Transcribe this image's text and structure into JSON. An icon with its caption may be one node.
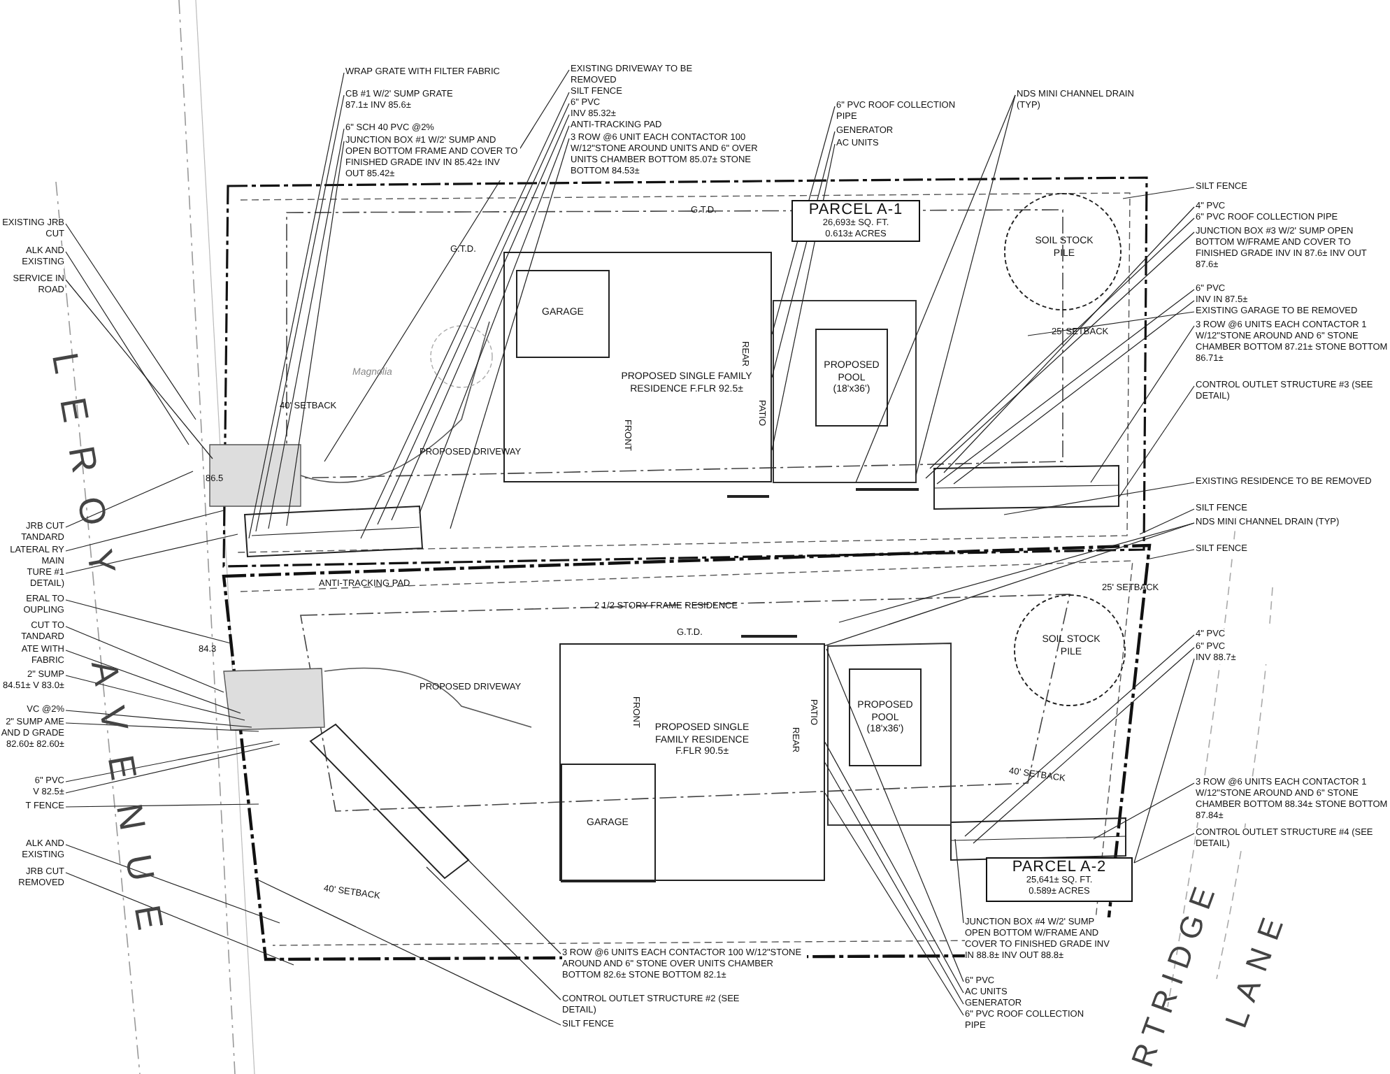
{
  "diagram": {
    "nodes": [
      {
        "text": [
          "WRAP GRATE WITH FILTER FABRIC"
        ]
      },
      {
        "text": [
          "CB #1 W/2' SUMP GRATE 87.1± INV 85.6±"
        ]
      },
      {
        "text": [
          "6\" SCH 40 PVC @2%"
        ]
      },
      {
        "text": [
          "JUNCTION BOX #1 W/2' SUMP AND OPEN BOTTOM FRAME AND COVER TO FINISHED GRADE INV IN 85.42± INV OUT 85.42±"
        ]
      },
      {
        "text": [
          "EXISTING DRIVEWAY TO BE REMOVED"
        ]
      },
      {
        "text": [
          "SILT FENCE"
        ]
      },
      {
        "text": [
          "6\" PVC"
        ]
      },
      {
        "text": [
          "INV 85.32±"
        ]
      },
      {
        "text": [
          "ANTI-TRACKING PAD"
        ]
      },
      {
        "text": [
          "3 ROW @6 UNIT EACH CONTACTOR 100 W/12\"STONE AROUND UNITS AND 6\" OVER UNITS CHAMBER BOTTOM 85.07± STONE BOTTOM 84.53±"
        ]
      },
      {
        "text": [
          "6\" PVC ROOF COLLECTION PIPE"
        ]
      },
      {
        "text": [
          "GENERATOR"
        ]
      },
      {
        "text": [
          "AC UNITS"
        ]
      },
      {
        "text": [
          "NDS MINI CHANNEL DRAIN (TYP)"
        ]
      },
      {
        "text": [
          "SILT FENCE"
        ]
      },
      {
        "text": [
          "4\" PVC"
        ]
      },
      {
        "text": [
          "6\" PVC ROOF COLLECTION PIPE"
        ]
      },
      {
        "text": [
          "JUNCTION BOX #3 W/2' SUMP OPEN BOTTOM W/FRAME AND COVER TO FINISHED GRADE INV IN 87.6± INV OUT 87.6±"
        ]
      },
      {
        "text": [
          "6\" PVC"
        ]
      },
      {
        "text": [
          "INV IN 87.5±"
        ]
      },
      {
        "text": [
          "EXISTING GARAGE TO BE REMOVED"
        ]
      },
      {
        "text": [
          "3 ROW @6 UNITS EACH CONTACTOR 1 W/12\"STONE AROUND AND 6\" STONE CHAMBER BOTTOM 87.21± STONE BOTTOM 86.71±"
        ]
      },
      {
        "text": [
          "CONTROL OUTLET STRUCTURE #3 (SEE DETAIL)"
        ]
      },
      {
        "text": [
          "EXISTING RESIDENCE TO BE REMOVED"
        ]
      },
      {
        "text": [
          "SILT FENCE"
        ]
      },
      {
        "text": [
          "NDS MINI CHANNEL DRAIN (TYP)"
        ]
      },
      {
        "text": [
          "SILT FENCE"
        ]
      },
      {
        "text": [
          "4\" PVC"
        ]
      },
      {
        "text": [
          "6\" PVC"
        ]
      },
      {
        "text": [
          "INV 88.7±"
        ]
      },
      {
        "text": [
          "3 ROW @6 UNITS EACH CONTACTOR 1 W/12\"STONE AROUND AND 6\" STONE CHAMBER BOTTOM 88.34± STONE BOTTOM 87.84±"
        ]
      },
      {
        "text": [
          "CONTROL OUTLET STRUCTURE #4 (SEE DETAIL)"
        ]
      },
      {
        "text": [
          "JUNCTION BOX #4 W/2' SUMP OPEN BOTTOM W/FRAME AND COVER TO FINISHED GRADE INV IN 88.8± INV OUT 88.8±"
        ]
      },
      {
        "text": [
          "6\" PVC"
        ]
      },
      {
        "text": [
          "AC UNITS"
        ]
      },
      {
        "text": [
          "GENERATOR"
        ]
      },
      {
        "text": [
          "6\" PVC ROOF COLLECTION PIPE"
        ]
      },
      {
        "text": [
          "3 ROW @6 UNITS EACH CONTACTOR 100 W/12\"STONE AROUND AND 6\" STONE OVER UNITS CHAMBER BOTTOM 82.6± STONE BOTTOM 82.1±"
        ]
      },
      {
        "text": [
          "CONTROL OUTLET STRUCTURE #2 (SEE DETAIL)"
        ]
      },
      {
        "text": [
          "SILT FENCE"
        ]
      },
      {
        "text": [
          "EXISTING JRB CUT"
        ]
      },
      {
        "text": [
          "ALK AND EXISTING"
        ]
      },
      {
        "text": [
          "SERVICE IN ROAD"
        ]
      },
      {
        "text": [
          "JRB CUT TANDARD"
        ]
      },
      {
        "text": [
          "LATERAL RY MAIN"
        ]
      },
      {
        "text": [
          "TURE #1 DETAIL)"
        ]
      },
      {
        "text": [
          "ERAL TO OUPLING"
        ]
      },
      {
        "text": [
          "CUT TO TANDARD"
        ]
      },
      {
        "text": [
          "ATE WITH FABRIC"
        ]
      },
      {
        "text": [
          "2\" SUMP 84.51± V 83.0±"
        ]
      },
      {
        "text": [
          "VC @2%"
        ]
      },
      {
        "text": [
          "2\" SUMP AME AND D GRADE 82.60± 82.60±"
        ]
      },
      {
        "text": [
          "6\" PVC"
        ]
      },
      {
        "text": [
          "V 82.5±"
        ]
      },
      {
        "text": [
          "T FENCE"
        ]
      },
      {
        "text": [
          "ALK AND EXISTING"
        ]
      },
      {
        "text": [
          "JRB CUT REMOVED"
        ]
      },
      {
        "text": [
          "PROPOSED SINGLE FAMILY RESIDENCE F.FLR 92.5±"
        ]
      },
      {
        "text": [
          "GARAGE"
        ],
        "in": 57
      },
      {
        "text": [
          "PROPOSED POOL (18'x36')"
        ]
      },
      {
        "text": [
          "SOIL STOCK PILE"
        ]
      },
      {
        "text": [
          "PARCEL A-1",
          "26,693± SQ. FT.",
          "0.613± ACRES"
        ]
      },
      {
        "text": [
          "SOIL STOCK PILE"
        ]
      },
      {
        "text": [
          "PROPOSED POOL (18'x36')"
        ]
      },
      {
        "text": [
          "PROPOSED SINGLE FAMILY RESIDENCE F.FLR 90.5±"
        ]
      },
      {
        "text": [
          "GARAGE"
        ],
        "in": 64
      },
      {
        "text": [
          "PARCEL A-2",
          "25,641± SQ. FT.",
          "0.589± ACRES"
        ]
      }
    ],
    "edges": [
      {
        "from": 0,
        "to": null,
        "arrow": "none"
      },
      {
        "from": 1,
        "to": null,
        "arrow": "none"
      },
      {
        "from": 2,
        "to": null,
        "arrow": "none"
      },
      {
        "from": 3,
        "to": null,
        "arrow": "none"
      },
      {
        "from": 4,
        "to": null,
        "arrow": "none"
      },
      {
        "from": 5,
        "to": null,
        "arrow": "none"
      },
      {
        "from": 6,
        "to": null,
        "arrow": "none"
      },
      {
        "from": 7,
        "to": null,
        "arrow": "none"
      },
      {
        "from": 8,
        "to": null,
        "arrow": "none"
      },
      {
        "from": 9,
        "to": null,
        "arrow": "none"
      },
      {
        "from": 10,
        "to": 57,
        "arrow": "none"
      },
      {
        "from": 11,
        "to": 57,
        "arrow": "none"
      },
      {
        "from": 12,
        "to": 57,
        "arrow": "none"
      },
      {
        "from": 13,
        "to": null,
        "arrow": "none"
      },
      {
        "from": 13,
        "to": null,
        "arrow": "none"
      },
      {
        "from": 14,
        "to": 60,
        "arrow": "none"
      },
      {
        "from": 15,
        "to": null,
        "arrow": "none"
      },
      {
        "from": 16,
        "to": null,
        "arrow": "none"
      },
      {
        "from": 17,
        "to": null,
        "arrow": "none"
      },
      {
        "from": 18,
        "to": null,
        "arrow": "none"
      },
      {
        "from": 19,
        "to": null,
        "arrow": "none"
      },
      {
        "from": 20,
        "to": null,
        "arrow": "none"
      },
      {
        "from": 21,
        "to": null,
        "arrow": "none"
      },
      {
        "from": 22,
        "to": null,
        "arrow": "none"
      },
      {
        "from": 23,
        "to": null,
        "arrow": "none"
      },
      {
        "from": 24,
        "to": null,
        "arrow": "none"
      },
      {
        "from": 25,
        "to": 64,
        "arrow": "none"
      },
      {
        "from": 25,
        "to": null,
        "arrow": "none"
      },
      {
        "from": 26,
        "to": null,
        "arrow": "none"
      },
      {
        "from": 27,
        "to": null,
        "arrow": "none"
      },
      {
        "from": 28,
        "to": null,
        "arrow": "none"
      },
      {
        "from": 29,
        "to": 66,
        "arrow": "none"
      },
      {
        "from": 30,
        "to": null,
        "arrow": "none"
      },
      {
        "from": 31,
        "to": 66,
        "arrow": "none"
      },
      {
        "from": 32,
        "to": null,
        "arrow": "none"
      },
      {
        "from": 33,
        "to": 64,
        "arrow": "none"
      },
      {
        "from": 34,
        "to": 64,
        "arrow": "none"
      },
      {
        "from": 35,
        "to": 64,
        "arrow": "none"
      },
      {
        "from": 36,
        "to": 64,
        "arrow": "none"
      },
      {
        "from": 37,
        "to": null,
        "arrow": "none"
      },
      {
        "from": 38,
        "to": null,
        "arrow": "none"
      },
      {
        "from": 39,
        "to": null,
        "arrow": "none"
      },
      {
        "from": 40,
        "to": null,
        "arrow": "none"
      },
      {
        "from": 41,
        "to": null,
        "arrow": "none"
      },
      {
        "from": 42,
        "to": null,
        "arrow": "none"
      },
      {
        "from": 43,
        "to": null,
        "arrow": "none"
      },
      {
        "from": 44,
        "to": null,
        "arrow": "none"
      },
      {
        "from": 45,
        "to": null,
        "arrow": "none"
      },
      {
        "from": 46,
        "to": null,
        "arrow": "none"
      },
      {
        "from": 47,
        "to": null,
        "arrow": "none"
      },
      {
        "from": 48,
        "to": null,
        "arrow": "none"
      },
      {
        "from": 49,
        "to": null,
        "arrow": "none"
      },
      {
        "from": 50,
        "to": null,
        "arrow": "none"
      },
      {
        "from": 51,
        "to": null,
        "arrow": "none"
      },
      {
        "from": 52,
        "to": null,
        "arrow": "none"
      },
      {
        "from": 53,
        "to": null,
        "arrow": "none"
      },
      {
        "from": 54,
        "to": null,
        "arrow": "none"
      },
      {
        "from": 55,
        "to": null,
        "arrow": "none"
      },
      {
        "from": 56,
        "to": null,
        "arrow": "none"
      }
    ],
    "labels": [
      "LEROY",
      "AVENUE",
      "RTRIDGE",
      "LANE",
      "G.T.D.",
      "G.T.D.",
      "40' SETBACK",
      "25' SETBACK",
      "PROPOSED DRIVEWAY",
      "86.5",
      "FRONT",
      "REAR",
      "PATIO",
      "ANTI-TRACKING PAD",
      "2 1/2 STORY FRAME RESIDENCE",
      "G.T.D.",
      "25' SETBACK",
      "PROPOSED DRIVEWAY",
      "84.3",
      "FRONT",
      "REAR",
      "PATIO",
      "40' SETBACK",
      "40' SETBACK",
      "Magnolia"
    ]
  }
}
